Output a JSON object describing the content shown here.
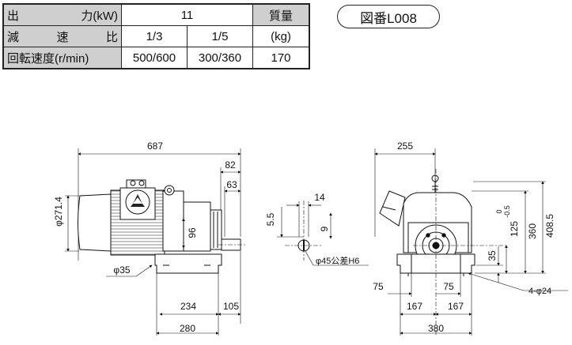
{
  "spec_table": {
    "output_label_a": "出",
    "output_label_b": "力(kW)",
    "output_value": "11",
    "mass_label": "質量",
    "mass_unit": "(kg)",
    "mass_value": "170",
    "reduction_label_a": "減",
    "reduction_label_b": "速",
    "reduction_label_c": "比",
    "ratio_1": "1/3",
    "ratio_2": "1/5",
    "speed_label": "回転速度(r/min)",
    "speed_1": "500/600",
    "speed_2": "300/360"
  },
  "drawing_number": "図番L008",
  "side_view": {
    "dim_overall": "687",
    "dim_82": "82",
    "dim_63": "63",
    "dim_diameter": "φ271.4",
    "dim_96": "96",
    "dim_hole": "φ35",
    "dim_234": "234",
    "dim_105": "105",
    "dim_280": "280"
  },
  "shaft_view": {
    "dim_14": "14",
    "dim_5_5": "5.5",
    "dim_9": "9",
    "dim_shaft": "φ45公差H6"
  },
  "front_view": {
    "dim_255": "255",
    "dim_408_5": "408.5",
    "dim_360": "360",
    "dim_125": "125",
    "dim_tol": "0\n-0.5",
    "dim_35": "35",
    "dim_75_left": "75",
    "dim_75_right": "75",
    "dim_167_left": "167",
    "dim_167_right": "167",
    "dim_380": "380",
    "dim_holes": "4-φ24"
  }
}
